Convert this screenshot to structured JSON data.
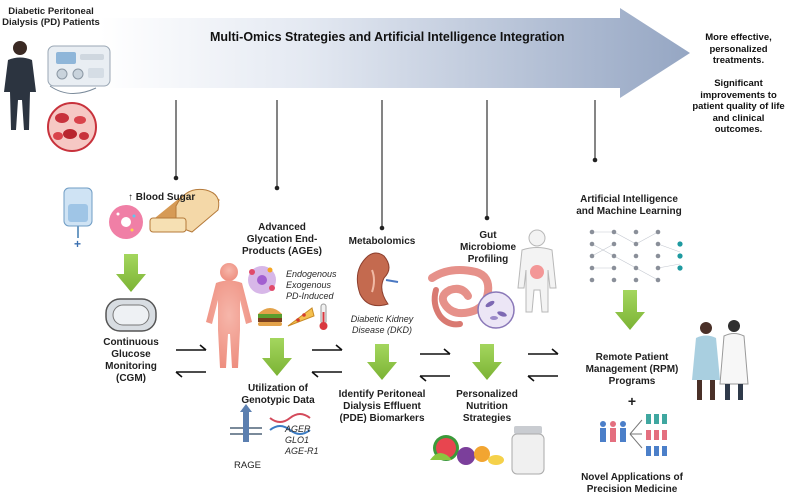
{
  "title": "Multi-Omics Strategies and Artificial Intelligence Integration",
  "patients_label": "Diabetic Peritoneal Dialysis (PD) Patients",
  "outcomes": {
    "line1": "More effective, personalized treatments.",
    "line2": "Significant improvements to patient quality of life and clinical outcomes."
  },
  "blood_sugar": "↑ Blood Sugar",
  "cgm": "Continuous Glucose Monitoring (CGM)",
  "ages": {
    "title": "Advanced Glycation End-Products (AGEs)",
    "types": [
      "Endogenous",
      "Exogenous",
      "PD-Induced"
    ]
  },
  "genotypic": {
    "title": "Utilization of Genotypic Data",
    "genes": [
      "AGER",
      "GLO1",
      "AGE-R1"
    ],
    "receptor": "RAGE"
  },
  "metabolomics": {
    "title": "Metabolomics",
    "disease": "Diabetic Kidney Disease (DKD)"
  },
  "pde": "Identify Peritoneal Dialysis Effluent (PDE) Biomarkers",
  "microbiome": "Gut Microbiome Profiling",
  "nutrition": "Personalized Nutrition Strategies",
  "ai": "Artificial Intelligence and Machine Learning",
  "rpm": "Remote Patient Management (RPM) Programs",
  "plus": "+",
  "novel": "Novel Applications of Precision Medicine",
  "colors": {
    "arrow": "#a9b7d0",
    "green": "#8cc63f",
    "blood": "#c8323c",
    "skin": "#f3a79a"
  }
}
